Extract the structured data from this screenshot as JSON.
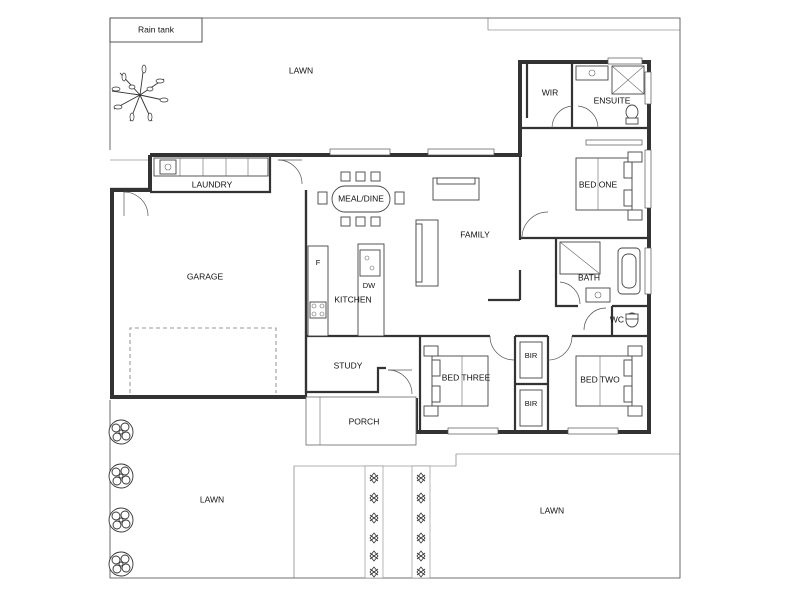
{
  "plan": {
    "rooms": {
      "rain_tank": "Rain tank",
      "lawn_top": "LAWN",
      "laundry": "LAUNDRY",
      "meal_dine": "MEAL/DINE",
      "family": "FAMILY",
      "wir": "WIR",
      "ensuite": "ENSUITE",
      "bed_one": "BED ONE",
      "garage": "GARAGE",
      "kitchen": "KITCHEN",
      "fridge": "F",
      "dishwasher": "DW",
      "bath": "BATH",
      "wc": "WC",
      "study": "STUDY",
      "bed_three": "BED THREE",
      "bir_1": "BIR",
      "bir_2": "BIR",
      "bed_two": "BED TWO",
      "porch": "PORCH",
      "lawn_left": "LAWN",
      "lawn_right": "LAWN"
    }
  }
}
